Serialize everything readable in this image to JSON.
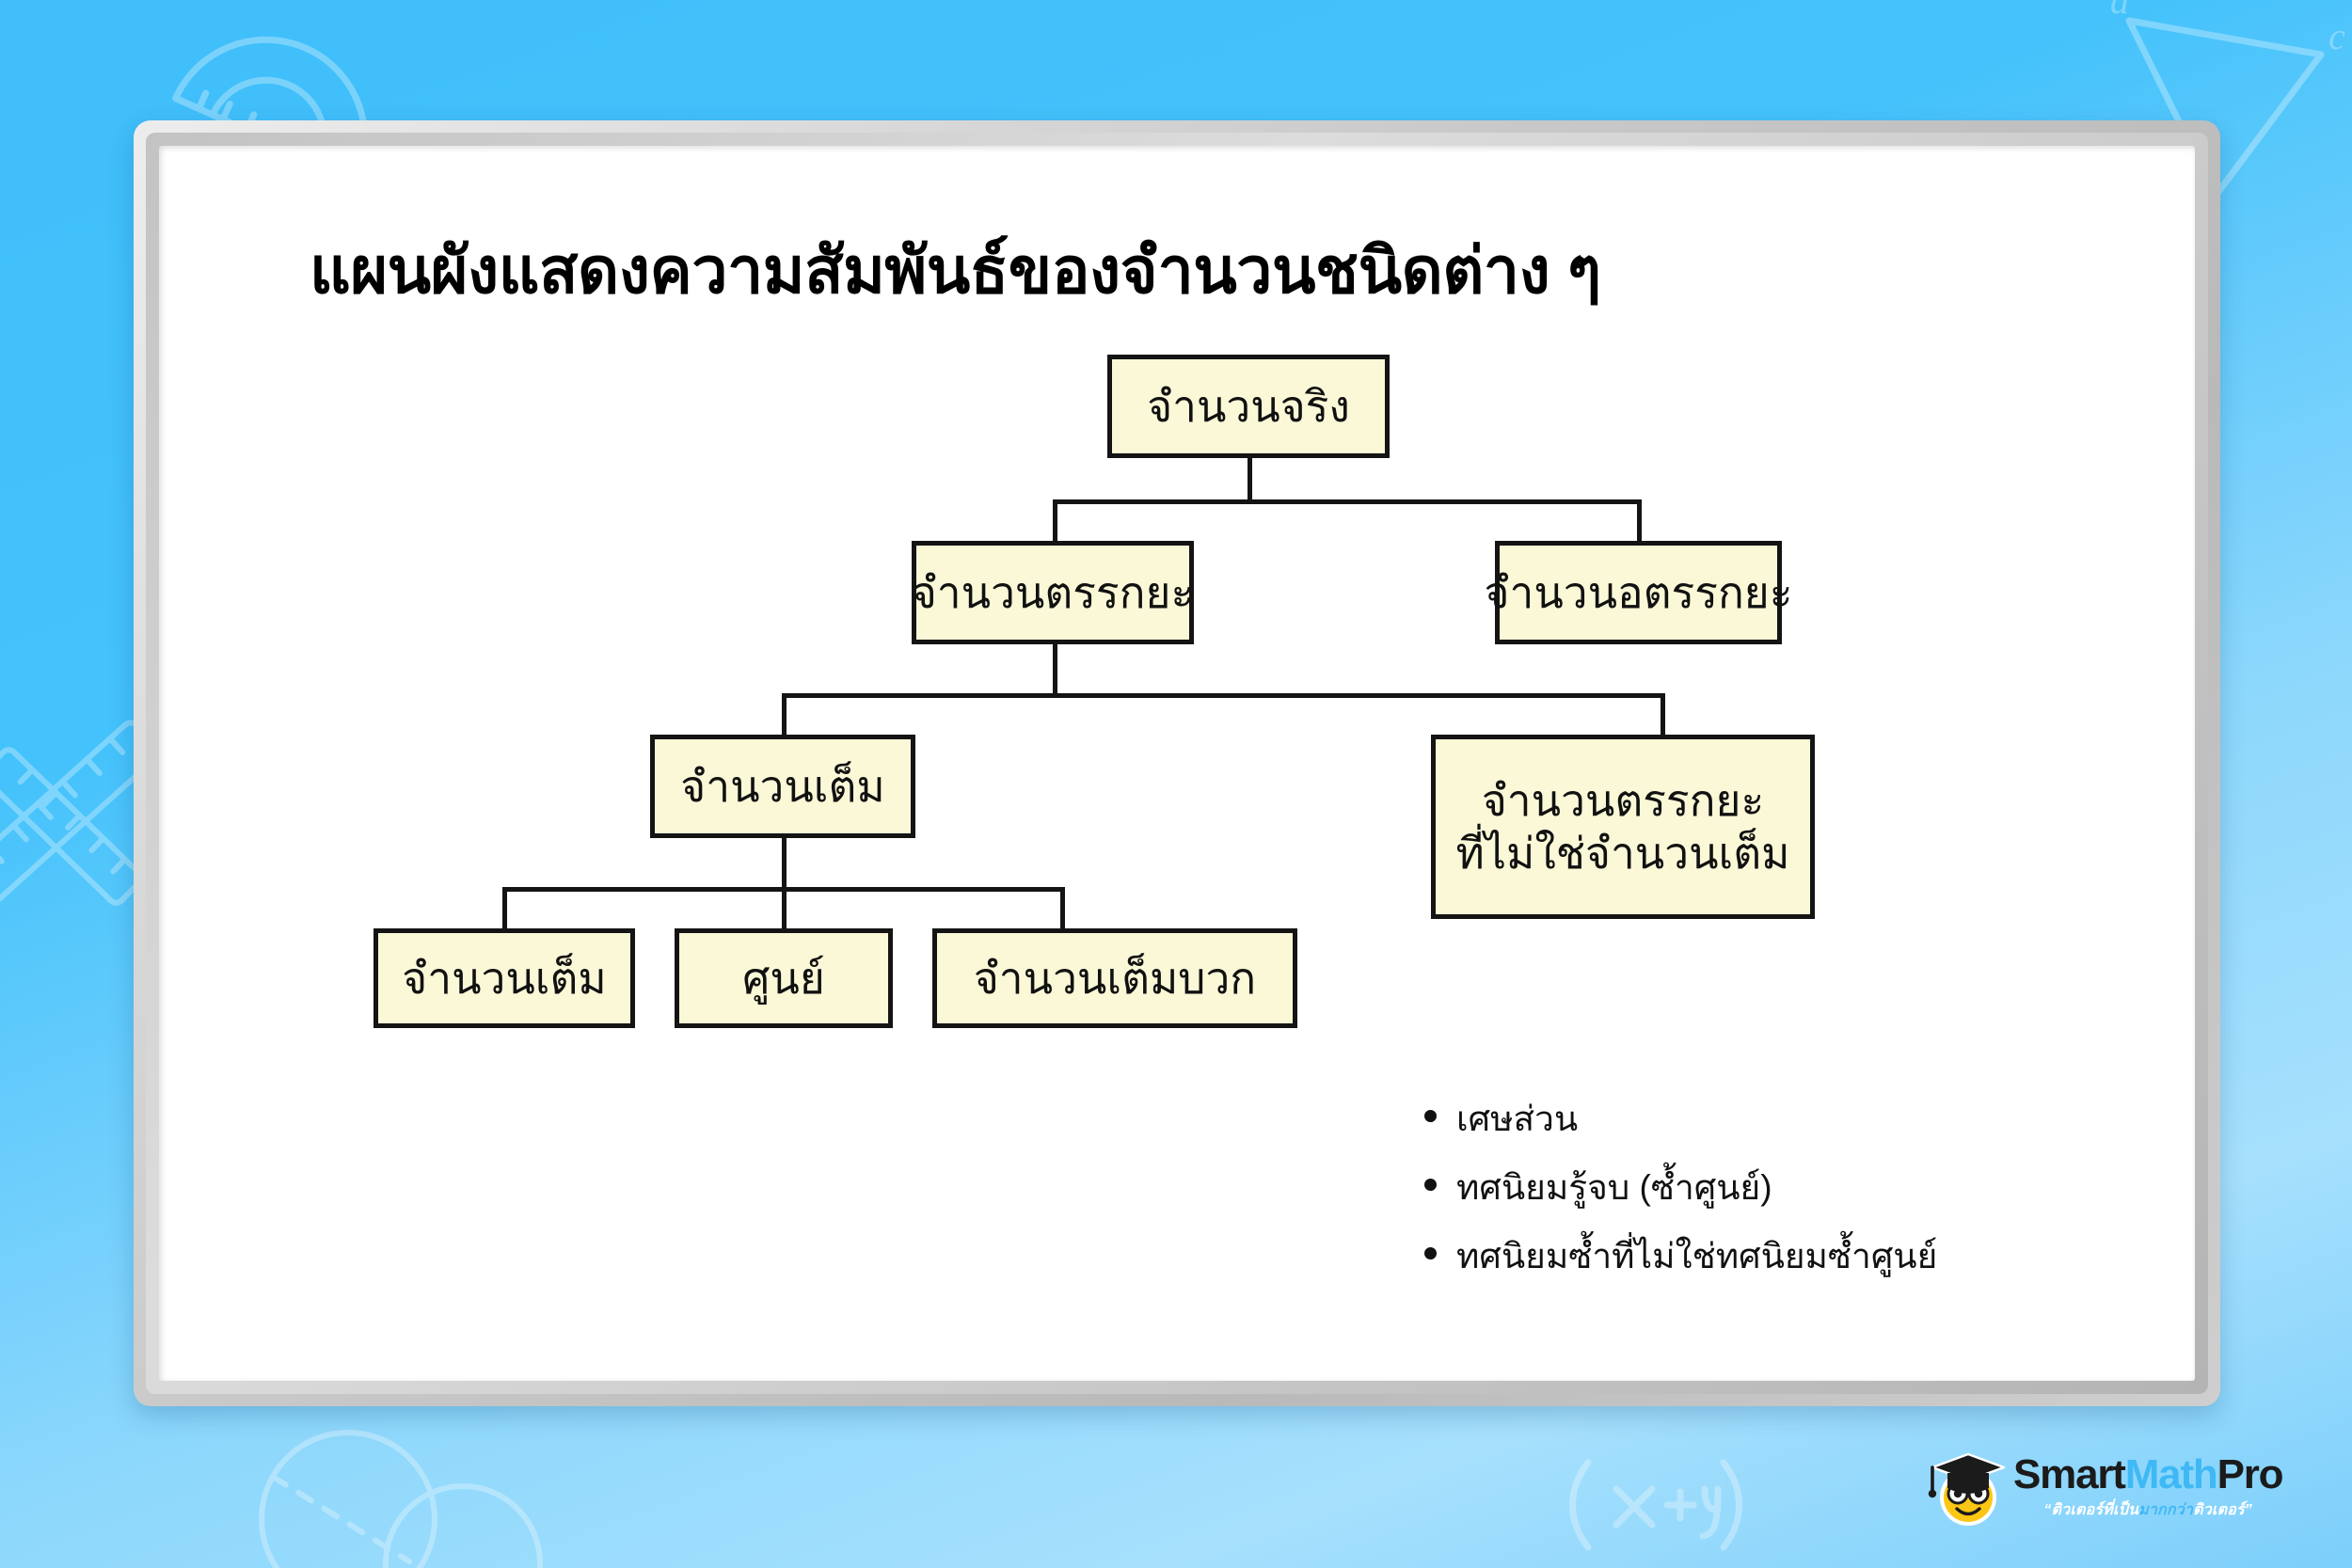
{
  "slide": {
    "background_color": "#44C2FB",
    "board_frame_color": "#c9c9c9",
    "board_surface_color": "#ffffff"
  },
  "title": "แผนผังแสดงความสัมพันธ์ของจำนวนชนิดต่าง ๆ",
  "diagram": {
    "node_fill_color": "#FAF8D7",
    "node_border_color": "#141414",
    "nodes": [
      {
        "id": "real",
        "label": "จำนวนจริง",
        "level": 1
      },
      {
        "id": "rational",
        "label": "จำนวนตรรกยะ",
        "level": 2
      },
      {
        "id": "irrational",
        "label": "จำนวนอตรรกยะ",
        "level": 2
      },
      {
        "id": "integer",
        "label": "จำนวนเต็ม",
        "level": 3
      },
      {
        "id": "rational-nonint",
        "label_line1": "จำนวนตรรกยะ",
        "label_line2": "ที่ไม่ใช่จำนวนเต็ม",
        "level": 3
      },
      {
        "id": "integer-neg",
        "label": "จำนวนเต็ม",
        "level": 4
      },
      {
        "id": "zero",
        "label": "ศูนย์",
        "level": 4
      },
      {
        "id": "integer-pos",
        "label": "จำนวนเต็มบวก",
        "level": 4
      }
    ]
  },
  "bullets": [
    "เศษส่วน",
    "ทศนิยมรู้จบ (ซ้ำศูนย์)",
    "ทศนิยมซ้ำที่ไม่ใช่ทศนิยมซ้ำศูนย์"
  ],
  "logo": {
    "word_smart": "Smart",
    "word_math": "Math",
    "word_pro": "Pro",
    "tagline_open_quote": "“",
    "tagline_part1": "ติวเตอร์ที่เป็น",
    "tagline_part2": "มากกว่า",
    "tagline_part3": "ติวเตอร์",
    "tagline_close_quote": "”",
    "accent_color": "#3FB9F5"
  },
  "decorations": [
    {
      "name": "protractor-doodle"
    },
    {
      "name": "triangle-doodle"
    },
    {
      "name": "ruler-doodle"
    },
    {
      "name": "venn-circles-doodle"
    },
    {
      "name": "formula-doodle"
    }
  ]
}
